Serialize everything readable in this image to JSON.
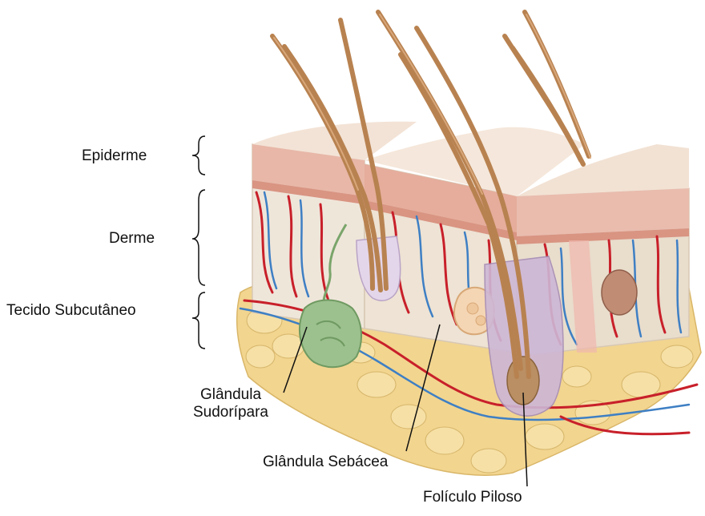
{
  "labels": {
    "epiderme": "Epiderme",
    "derme": "Derme",
    "subcutaneo": "Tecido Subcutâneo",
    "glandula_sudoripara_line1": "Glândula",
    "glandula_sudoripara_line2": "Sudorípara",
    "glandula_sebacea": "Glândula Sebácea",
    "foliculo_piloso": "Folículo Piloso"
  },
  "colors": {
    "background": "#ffffff",
    "epidermis": "#e8b7a8",
    "epidermis_top": "#f3e3d6",
    "dermis": "#efe6da",
    "fat": "#f2d58f",
    "artery": "#c8202a",
    "vein": "#3e7fc4",
    "hair": "#b88250",
    "sweat_gland": "#9cc08e",
    "follicle": "#cdb7d6"
  }
}
